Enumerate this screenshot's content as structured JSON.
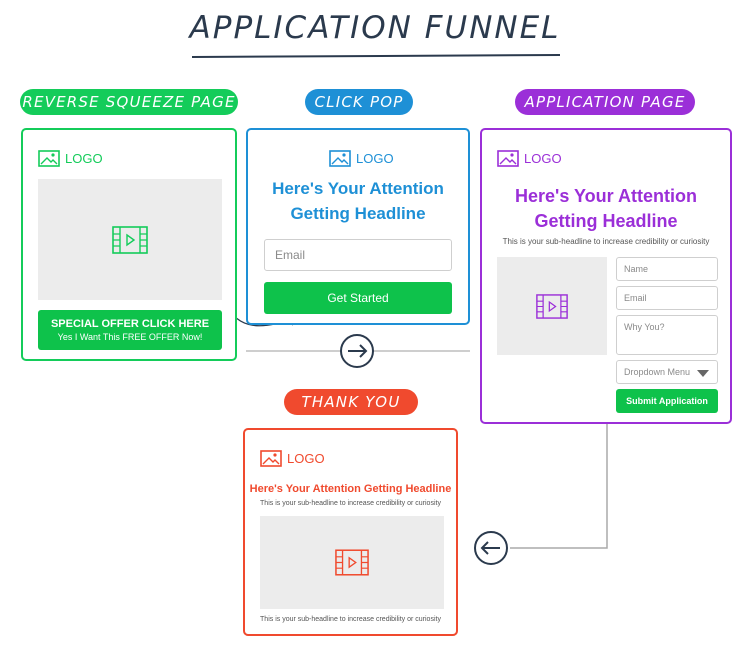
{
  "title": "APPLICATION FUNNEL",
  "stages": {
    "squeeze": {
      "label": "REVERSE SQUEEZE PAGE",
      "logo": "LOGO",
      "offer_title": "SPECIAL OFFER CLICK HERE",
      "offer_sub": "Yes I Want This FREE OFFER Now!",
      "color": "#14cc5a"
    },
    "clickpop": {
      "label": "CLICK POP",
      "logo": "LOGO",
      "headline": "Here's Your Attention Getting Headline",
      "email_placeholder": "Email",
      "button": "Get Started",
      "color": "#1e90d6"
    },
    "application": {
      "label": "APPLICATION PAGE",
      "logo": "LOGO",
      "headline": "Here's Your Attention Getting Headline",
      "subheadline": "This is your sub-headline to increase credibility or curiosity",
      "fields": {
        "name": "Name",
        "email": "Email",
        "why": "Why You?",
        "dropdown": "Dropdown Menu"
      },
      "button": "Submit Application",
      "color": "#9b2fd8"
    },
    "thankyou": {
      "label": "THANK YOU",
      "logo": "LOGO",
      "headline": "Here's Your Attention Getting Headline",
      "subheadline": "This is your sub-headline to increase credibility or curiosity",
      "footer": "This is your sub-headline to increase credibility or curiosity",
      "color": "#f04a2e"
    }
  },
  "icons": [
    "image-icon",
    "video-icon",
    "arrow-right-circle-icon",
    "arrow-left-circle-icon",
    "dropdown-caret-icon"
  ]
}
